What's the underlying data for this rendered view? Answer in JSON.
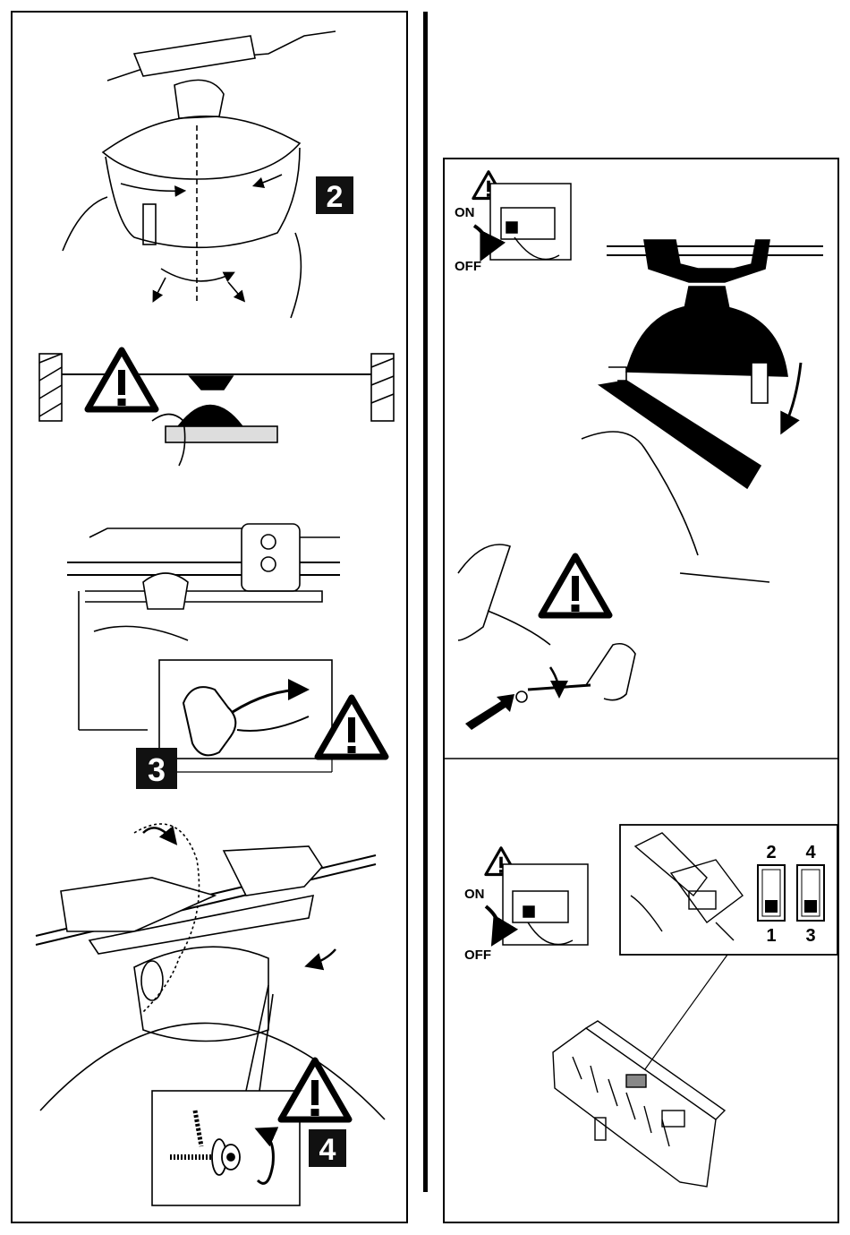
{
  "steps": {
    "step2": "2",
    "step3": "3",
    "step4": "4"
  },
  "switch_top": {
    "on": "ON",
    "off": "OFF"
  },
  "switch_bottom": {
    "on": "ON",
    "off": "OFF"
  },
  "dip_switches": {
    "left_top": "2",
    "left_bottom": "1",
    "right_top": "4",
    "right_bottom": "3"
  },
  "colors": {
    "ink": "#000000",
    "paper": "#ffffff",
    "step_badge_bg": "#111111"
  },
  "icons": [
    "warning-triangle-icon",
    "rotate-arrow-icon",
    "wrench-icon",
    "hand-icon"
  ]
}
